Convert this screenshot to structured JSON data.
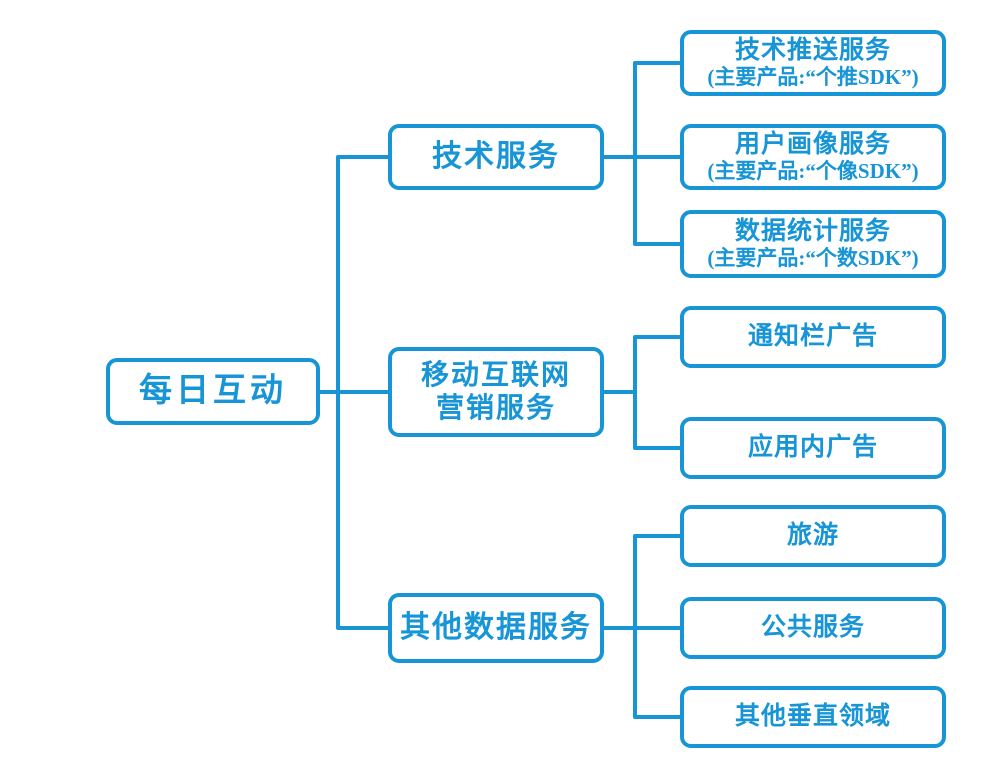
{
  "colors": {
    "accent": "#1795D6",
    "background": "#FFFFFF"
  },
  "diagram": {
    "type": "tree",
    "root": {
      "label": "每日互动"
    },
    "branches": [
      {
        "label": "技术服务",
        "children": [
          {
            "title": "技术推送服务",
            "subtitle": "(主要产品:“个推SDK”)"
          },
          {
            "title": "用户画像服务",
            "subtitle": "(主要产品:“个像SDK”)"
          },
          {
            "title": "数据统计服务",
            "subtitle": "(主要产品:“个数SDK”)"
          }
        ]
      },
      {
        "label_line1": "移动互联网",
        "label_line2": "营销服务",
        "children": [
          {
            "title": "通知栏广告"
          },
          {
            "title": "应用内广告"
          }
        ]
      },
      {
        "label": "其他数据服务",
        "children": [
          {
            "title": "旅游"
          },
          {
            "title": "公共服务"
          },
          {
            "title": "其他垂直领域"
          }
        ]
      }
    ]
  }
}
